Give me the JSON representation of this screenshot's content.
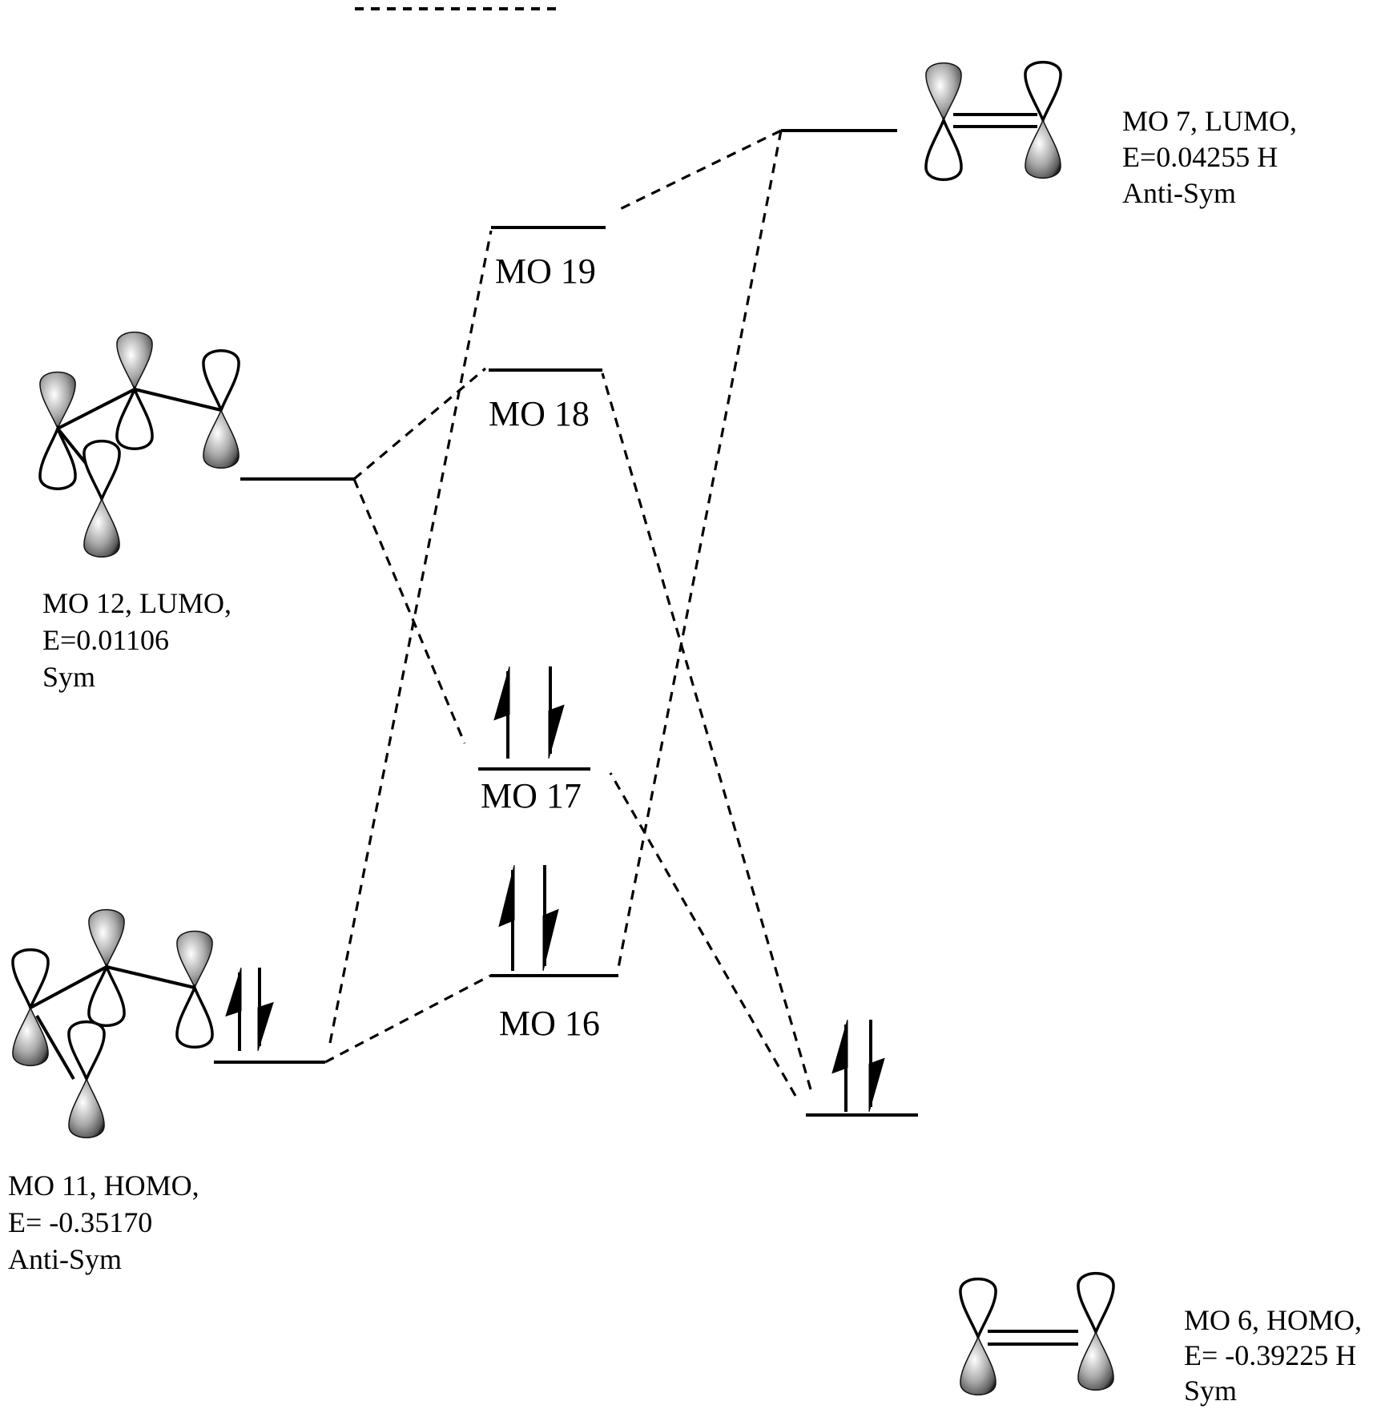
{
  "diagram": {
    "title_dashes": "------------",
    "fragments": {
      "allyl_lumo": {
        "label_lines": [
          "MO 12, LUMO,",
          "E=0.01106",
          "Sym"
        ],
        "mo_number": 12,
        "type": "LUMO",
        "energy": "0.01106",
        "symmetry": "Sym",
        "electrons": 0,
        "lobe_phases": [
          "shaded-up",
          "shaded-up",
          "shaded-down",
          "shaded-down"
        ]
      },
      "allyl_homo": {
        "label_lines": [
          "MO 11, HOMO,",
          "E= -0.35170",
          "Anti-Sym"
        ],
        "mo_number": 11,
        "type": "HOMO",
        "energy": "-0.35170",
        "symmetry": "Anti-Sym",
        "electrons": 2,
        "lobe_phases": [
          "shaded-down",
          "shaded-up",
          "shaded-up",
          "shaded-down"
        ]
      },
      "ethylene_lumo": {
        "label_lines": [
          "MO 7, LUMO,",
          "E=0.04255 H",
          "Anti-Sym"
        ],
        "mo_number": 7,
        "type": "LUMO",
        "energy": "0.04255 H",
        "symmetry": "Anti-Sym",
        "electrons": 0,
        "lobe_phases": [
          "shaded-up",
          "shaded-down"
        ]
      },
      "ethylene_homo": {
        "label_lines": [
          "MO 6, HOMO,",
          "E= -0.39225 H",
          "Sym"
        ],
        "mo_number": 6,
        "type": "HOMO",
        "energy": "-0.39225 H",
        "symmetry": "Sym",
        "electrons": 2,
        "lobe_phases": [
          "shaded-down",
          "shaded-down"
        ]
      }
    },
    "complex_levels": [
      {
        "id": "mo19",
        "label": "MO 19",
        "electrons": 0
      },
      {
        "id": "mo18",
        "label": "MO 18",
        "electrons": 0
      },
      {
        "id": "mo17",
        "label": "MO 17",
        "electrons": 2
      },
      {
        "id": "mo16",
        "label": "MO 16",
        "electrons": 2
      }
    ],
    "correlations": [
      {
        "from": "allyl_lumo",
        "to": "mo18"
      },
      {
        "from": "allyl_lumo",
        "to": "mo17"
      },
      {
        "from": "allyl_homo",
        "to": "mo19"
      },
      {
        "from": "allyl_homo",
        "to": "mo16"
      },
      {
        "from": "ethylene_lumo",
        "to": "mo19"
      },
      {
        "from": "ethylene_lumo",
        "to": "mo16"
      },
      {
        "from": "ethylene_homo",
        "to": "mo18"
      },
      {
        "from": "ethylene_homo",
        "to": "mo17"
      }
    ]
  }
}
